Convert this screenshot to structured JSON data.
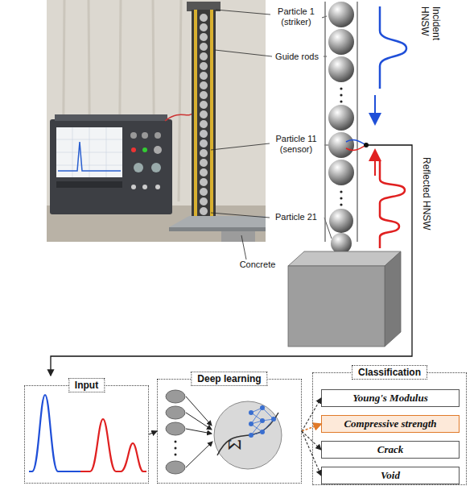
{
  "diagram": {
    "nodes": [
      {
        "text": [
          "Input"
        ]
      },
      {
        "text": [
          "Deep learning"
        ]
      },
      {
        "text": [
          "Classification"
        ]
      },
      {
        "text": [
          "Young's Modulus"
        ],
        "in": 2
      },
      {
        "text": [
          "Compressive strength"
        ],
        "in": 2
      },
      {
        "text": [
          "Crack"
        ],
        "in": 2
      },
      {
        "text": [
          "Void"
        ],
        "in": 2
      }
    ],
    "edges": [
      {
        "from": 0,
        "to": 1,
        "arrow": "to"
      },
      {
        "from": 1,
        "to": 3,
        "arrow": "to"
      },
      {
        "from": 1,
        "to": 4,
        "arrow": "to"
      },
      {
        "from": 1,
        "to": 5,
        "arrow": "to"
      },
      {
        "from": 1,
        "to": 6,
        "arrow": "to"
      }
    ],
    "labels": [
      "Particle 1 (striker)",
      "Guide rods",
      "Particle 11 (sensor)",
      "Particle 21",
      "Concrete",
      "Incident HNSW",
      "Reflected HNSW",
      "Σ"
    ]
  }
}
